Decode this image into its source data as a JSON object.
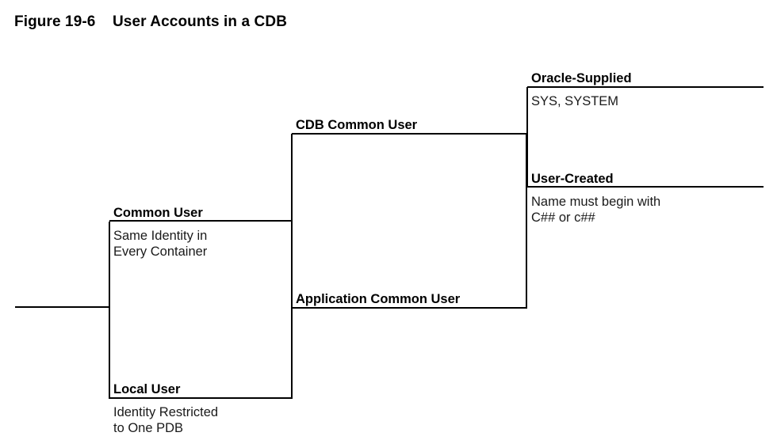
{
  "figure": {
    "number": "Figure 19-6",
    "title": "User Accounts in a CDB",
    "title_line": "Figure 19-6    User Accounts in a CDB"
  },
  "colors": {
    "line": "#000000",
    "title_text": "#000000",
    "body_text": "#1a1a1a",
    "background": "#ffffff"
  },
  "nodes": {
    "common_user": {
      "title": "Common User",
      "body_line1": "Same Identity in",
      "body_line2": "Every Container"
    },
    "local_user": {
      "title": "Local User",
      "body_line1": "Identity Restricted",
      "body_line2": "to One PDB"
    },
    "cdb_common_user": {
      "title": "CDB Common User",
      "body_line1": "",
      "body_line2": ""
    },
    "application_common_user": {
      "title": "Application Common User",
      "body_line1": "",
      "body_line2": ""
    },
    "oracle_supplied": {
      "title": "Oracle-Supplied",
      "body_line1": "SYS, SYSTEM",
      "body_line2": ""
    },
    "user_created": {
      "title": "User-Created",
      "body_line1": "Name must begin with",
      "body_line2": "C## or c##"
    }
  }
}
